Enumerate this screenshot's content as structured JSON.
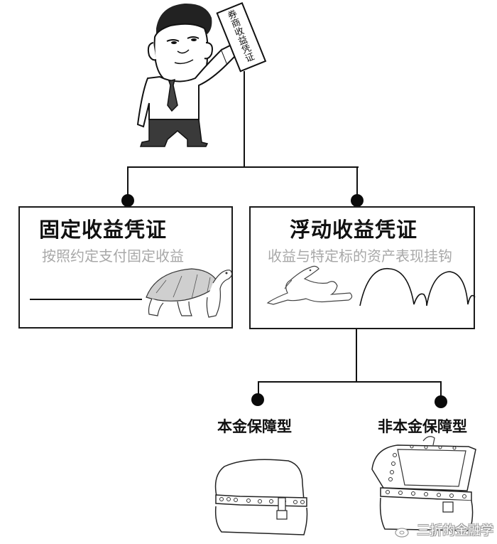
{
  "root": {
    "figure": "businessman-holding-sign",
    "sign_text": "券商收益凭证"
  },
  "branches": [
    {
      "title": "固定收益凭证",
      "subtitle": "按照约定支付固定收益",
      "illustration": "tortoise-flat-line"
    },
    {
      "title": "浮动收益凭证",
      "subtitle": "收益与特定标的资产表现挂钩",
      "illustration": "hare-bouncing-arcs"
    }
  ],
  "sub_branches": [
    {
      "label": "本金保障型",
      "illustration": "closed-treasure-chest"
    },
    {
      "label": "非本金保障型",
      "illustration": "open-treasure-chest"
    }
  ],
  "watermark": {
    "icon": "weibo-icon",
    "text": "三折的金融学"
  },
  "colors": {
    "line": "#111111",
    "subtitle_gray": "#a8a8a8",
    "shell_gray": "#cfcfcf",
    "trousers": "#3a3a3a"
  }
}
